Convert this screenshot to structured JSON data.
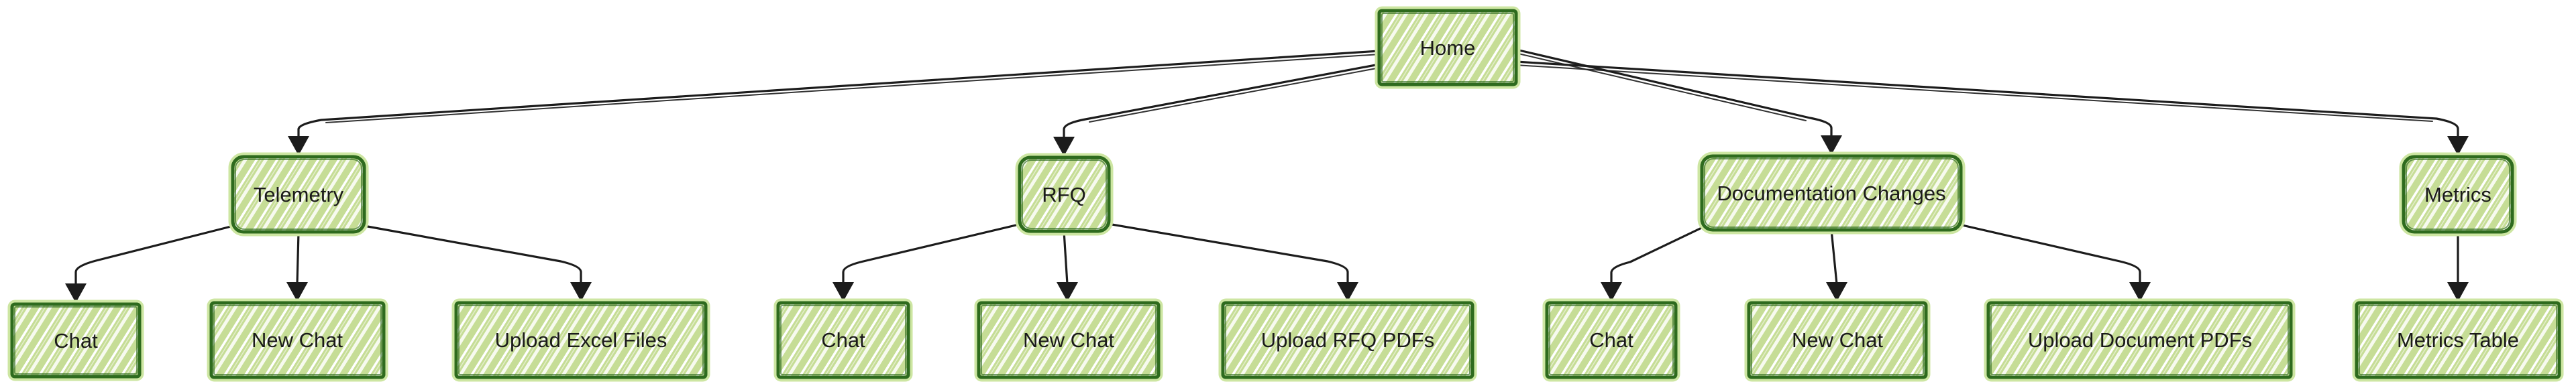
{
  "diagram": {
    "type": "flowchart",
    "direction": "top-down",
    "background_color": "#ffffff",
    "node_fill_color": "#c6dd96",
    "node_border_color": "#2e6b1e",
    "node_halo_color": "#cde6a2",
    "edge_color": "#1c1c1c",
    "text_color": "#1a1a1a",
    "arrow_style": "filled-triangle",
    "node_style": "hand-drawn hachure",
    "nodes": {
      "home": {
        "label": "Home",
        "shape": "rectangle"
      },
      "telemetry": {
        "label": "Telemetry",
        "shape": "rounded"
      },
      "rfq": {
        "label": "RFQ",
        "shape": "rounded"
      },
      "documentation_changes": {
        "label": "Documentation Changes",
        "shape": "rounded"
      },
      "metrics": {
        "label": "Metrics",
        "shape": "rounded"
      },
      "telemetry_chat": {
        "label": "Chat",
        "shape": "rectangle"
      },
      "telemetry_new_chat": {
        "label": "New Chat",
        "shape": "rectangle"
      },
      "telemetry_upload_excel_files": {
        "label": "Upload Excel Files",
        "shape": "rectangle"
      },
      "rfq_chat": {
        "label": "Chat",
        "shape": "rectangle"
      },
      "rfq_new_chat": {
        "label": "New Chat",
        "shape": "rectangle"
      },
      "rfq_upload_rfq_pdfs": {
        "label": "Upload RFQ PDFs",
        "shape": "rectangle"
      },
      "documentation_chat": {
        "label": "Chat",
        "shape": "rectangle"
      },
      "documentation_new_chat": {
        "label": "New Chat",
        "shape": "rectangle"
      },
      "documentation_upload_document_pdfs": {
        "label": "Upload Document PDFs",
        "shape": "rectangle"
      },
      "metrics_table": {
        "label": "Metrics Table",
        "shape": "rectangle"
      }
    },
    "edges": [
      {
        "from": "home",
        "to": "telemetry"
      },
      {
        "from": "home",
        "to": "rfq"
      },
      {
        "from": "home",
        "to": "documentation_changes"
      },
      {
        "from": "home",
        "to": "metrics"
      },
      {
        "from": "telemetry",
        "to": "telemetry_chat"
      },
      {
        "from": "telemetry",
        "to": "telemetry_new_chat"
      },
      {
        "from": "telemetry",
        "to": "telemetry_upload_excel_files"
      },
      {
        "from": "rfq",
        "to": "rfq_chat"
      },
      {
        "from": "rfq",
        "to": "rfq_new_chat"
      },
      {
        "from": "rfq",
        "to": "rfq_upload_rfq_pdfs"
      },
      {
        "from": "documentation_changes",
        "to": "documentation_chat"
      },
      {
        "from": "documentation_changes",
        "to": "documentation_new_chat"
      },
      {
        "from": "documentation_changes",
        "to": "documentation_upload_document_pdfs"
      },
      {
        "from": "metrics",
        "to": "metrics_table"
      }
    ]
  }
}
